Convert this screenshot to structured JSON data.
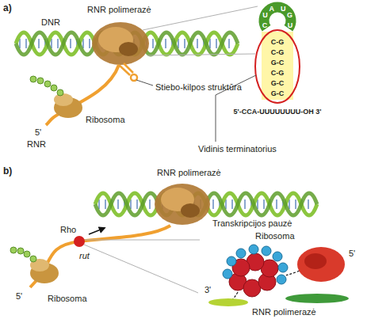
{
  "diagram": {
    "labels": [
      "a)",
      "RNR polimerazė",
      "DNR",
      "C",
      "U",
      "A",
      "U",
      "G",
      "U",
      "C-G",
      "C-G",
      "G-C",
      "C-G",
      "G-C",
      "G-C",
      "Stiebo-kilpos struktūra",
      "Ribosoma",
      "5'",
      "RNR",
      "5'-CCA-UUUUUUUU-OH 3'",
      "Vidinis terminatorius",
      "b)",
      "RNR polimerazė",
      "Transkripcijos pauzė",
      "Rho",
      "rut",
      "Ribosoma",
      "5'",
      "Ribosoma",
      "5'",
      "3'",
      "RNR polimerazė"
    ]
  }
}
